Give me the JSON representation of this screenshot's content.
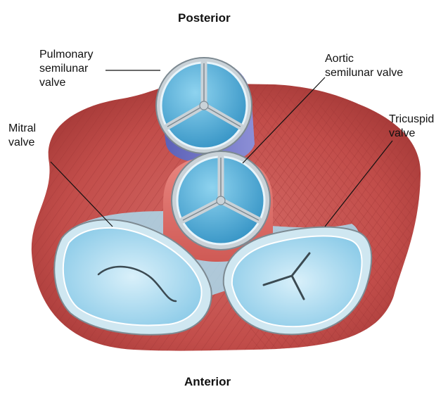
{
  "orientation": {
    "top": "Posterior",
    "bottom": "Anterior"
  },
  "labels": {
    "pulmonary": [
      "Pulmonary",
      "semilunar",
      "valve"
    ],
    "aortic": [
      "Aortic",
      "semilunar valve"
    ],
    "mitral": [
      "Mitral",
      "valve"
    ],
    "tricuspid": [
      "Tricuspid",
      "valve"
    ]
  },
  "colors": {
    "muscle": "#c6504e",
    "muscle_dark": "#9f3434",
    "valve_blue": "#6cc0e6",
    "valve_dark": "#3d98c8",
    "leaflet_light": "#bfe3f3",
    "rim": "#9aa6ad",
    "pulmonary_trunk": "#6f73c4",
    "aortic_root": "#e0706a"
  }
}
